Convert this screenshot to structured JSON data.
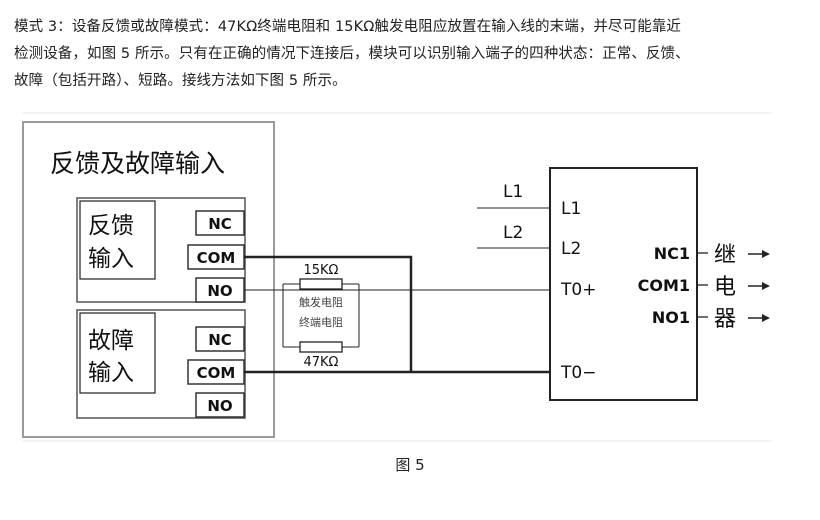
{
  "paragraph": {
    "lines": [
      "模式 3：设备反馈或故障模式：47KΩ终端电阻和 15KΩ触发电阻应放置在输入线的末端，并尽可能靠近",
      "检测设备，如图 5 所示。只有在正确的情况下连接后，模块可以识别输入端子的四种状态：正常、反馈、",
      "故障（包括开路）、短路。接线方法如下图 5 所示。"
    ]
  },
  "diagram": {
    "module_title": "反馈及故障输入",
    "feedback_block": {
      "label_line1": "反馈",
      "label_line2": "输入",
      "terminals": [
        "NC",
        "COM",
        "NO"
      ]
    },
    "fault_block": {
      "label_line1": "故障",
      "label_line2": "输入",
      "terminals": [
        "NC",
        "COM",
        "NO"
      ]
    },
    "resistor_top_value": "15KΩ",
    "resistor_top_name": "触发电阻",
    "resistor_bottom_name": "终端电阻",
    "resistor_bottom_value": "47KΩ",
    "line_labels": [
      "L1",
      "L2"
    ],
    "device_left_terminals": [
      "L1",
      "L2",
      "T0+",
      "T0−"
    ],
    "device_right_terminals": [
      "NC1",
      "COM1",
      "NO1"
    ],
    "relay_label": [
      "继",
      "电",
      "器"
    ]
  },
  "caption": "图 5"
}
